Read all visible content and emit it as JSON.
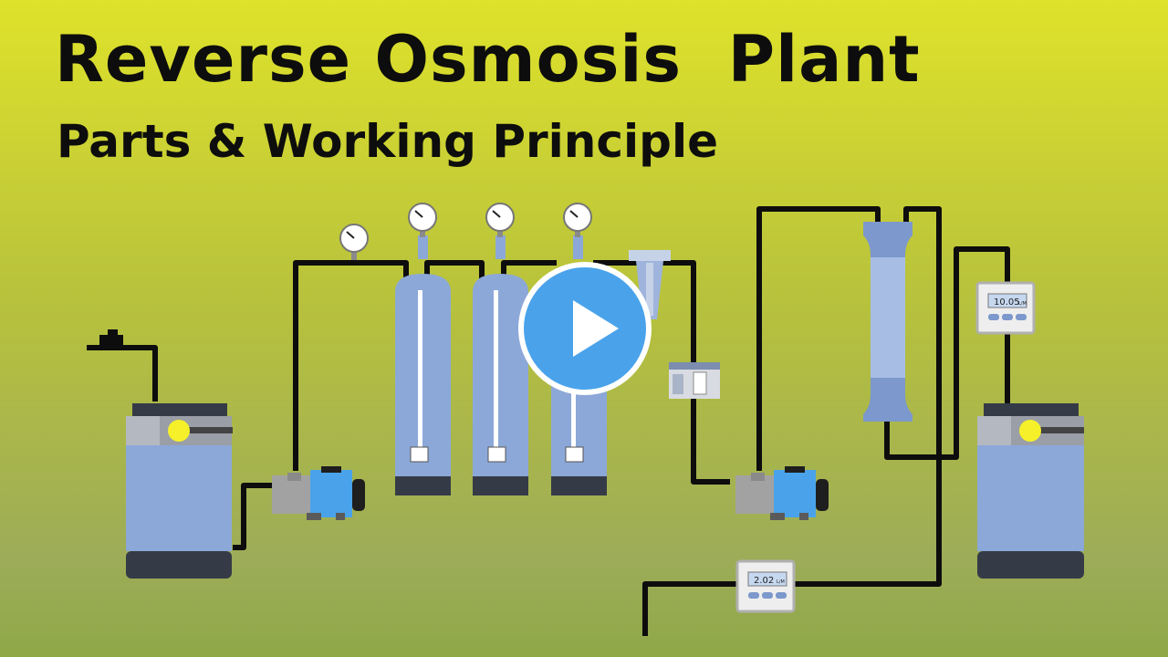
{
  "title": "Reverse Osmosis  Plant",
  "subtitle": "Parts & Working Principle",
  "flow_meter_1": {
    "value": "10.05",
    "unit": "L/M"
  },
  "flow_meter_2": {
    "value": "2.02",
    "unit": "L/M"
  },
  "play_button": {
    "icon": "play-icon"
  },
  "colors": {
    "background_top": "#dfe22a",
    "background_bottom": "#94a658",
    "tank_blue": "#8ca8d8",
    "pump_blue": "#4aa3ea",
    "pipe": "#0d0d0d",
    "float_ball": "#f5f02a"
  }
}
